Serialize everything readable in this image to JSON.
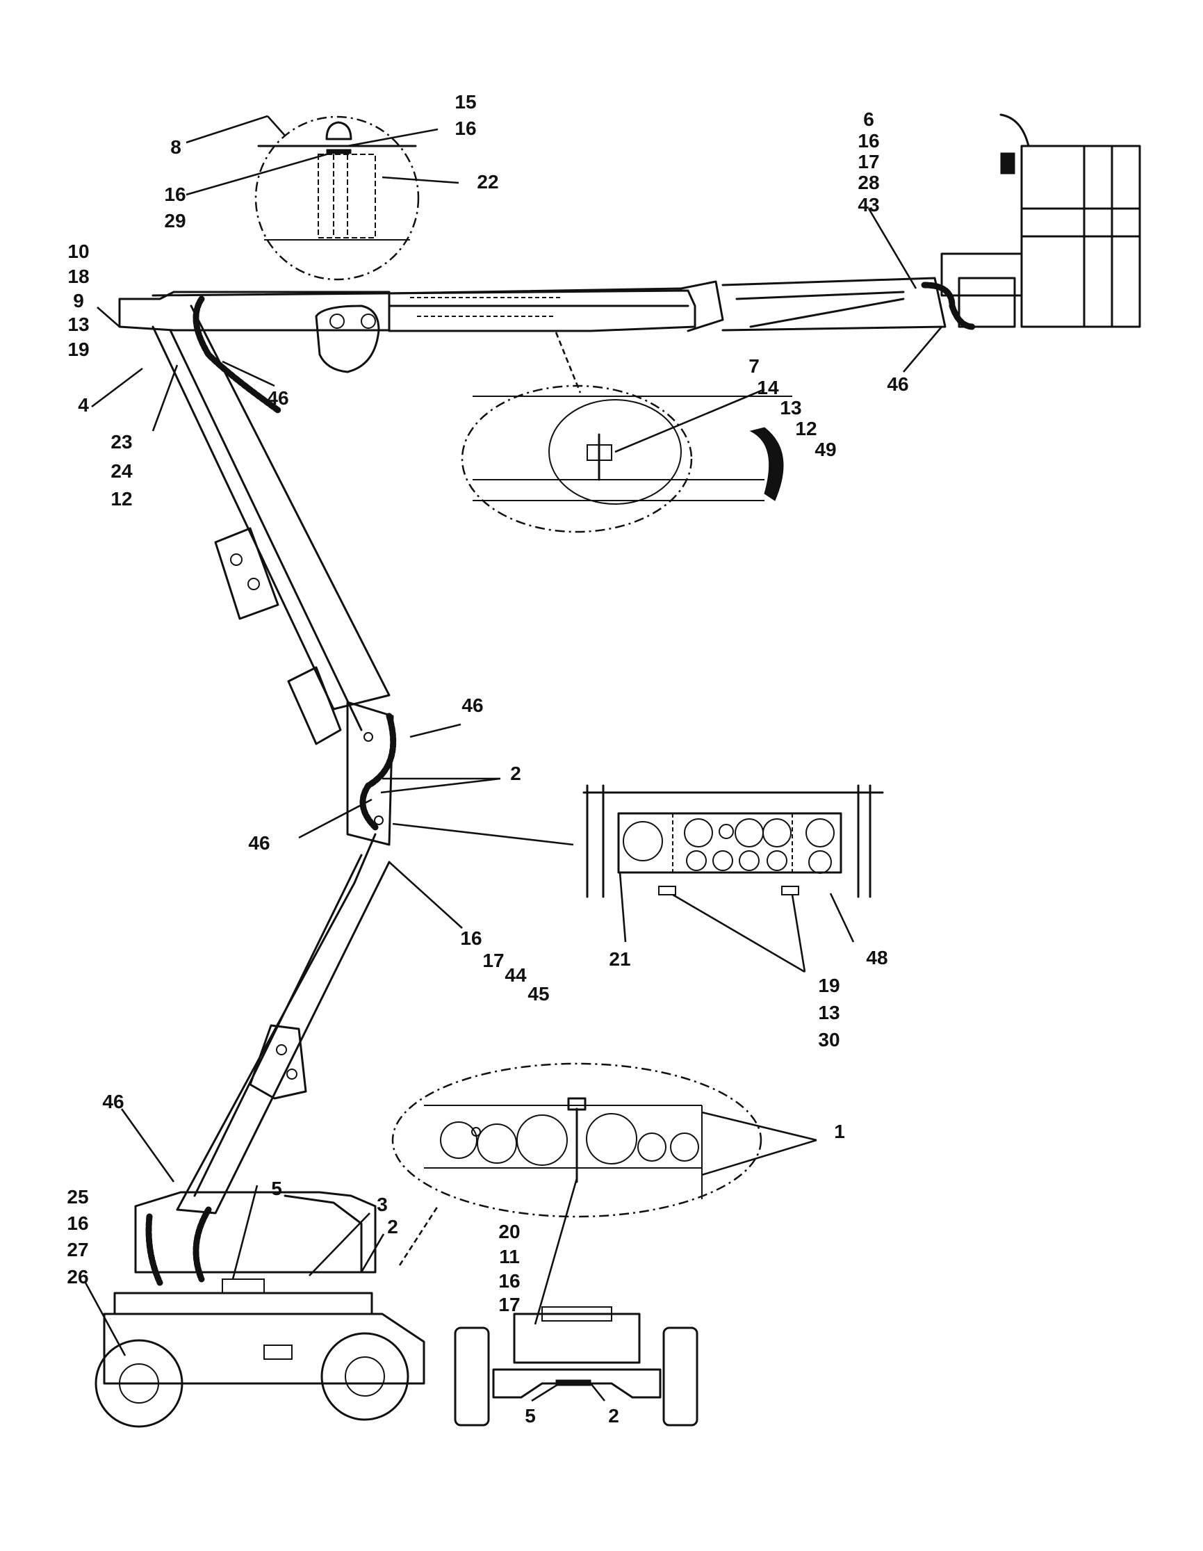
{
  "callouts": {
    "c15": "15",
    "c16a": "16",
    "c8": "8",
    "c16b": "16",
    "c22": "22",
    "c29": "29",
    "c10": "10",
    "c18a": "18",
    "c9": "9",
    "c13a": "13",
    "c19a": "19",
    "c4": "4",
    "c46a": "46",
    "c23": "23",
    "c24": "24",
    "c12a": "12",
    "c6": "6",
    "c16c": "16",
    "c17a": "17",
    "c28": "28",
    "c43": "43",
    "c46b": "46",
    "c7": "7",
    "c14": "14",
    "c13b": "13",
    "c12b": "12",
    "c49": "49",
    "c46c": "46",
    "c2a": "2",
    "c46d": "46",
    "c16d": "16",
    "c17b": "17",
    "c44": "44",
    "c45": "45",
    "c21": "21",
    "c48": "48",
    "c19b": "19",
    "c13c": "13",
    "c30": "30",
    "c1": "1",
    "c46e": "46",
    "c5a": "5",
    "c3": "3",
    "c2b": "2",
    "c25": "25",
    "c16e": "16",
    "c27": "27",
    "c26": "26",
    "c20": "20",
    "c11": "11",
    "c16f": "16",
    "c17c": "17",
    "c5b": "5",
    "c2c": "2"
  }
}
